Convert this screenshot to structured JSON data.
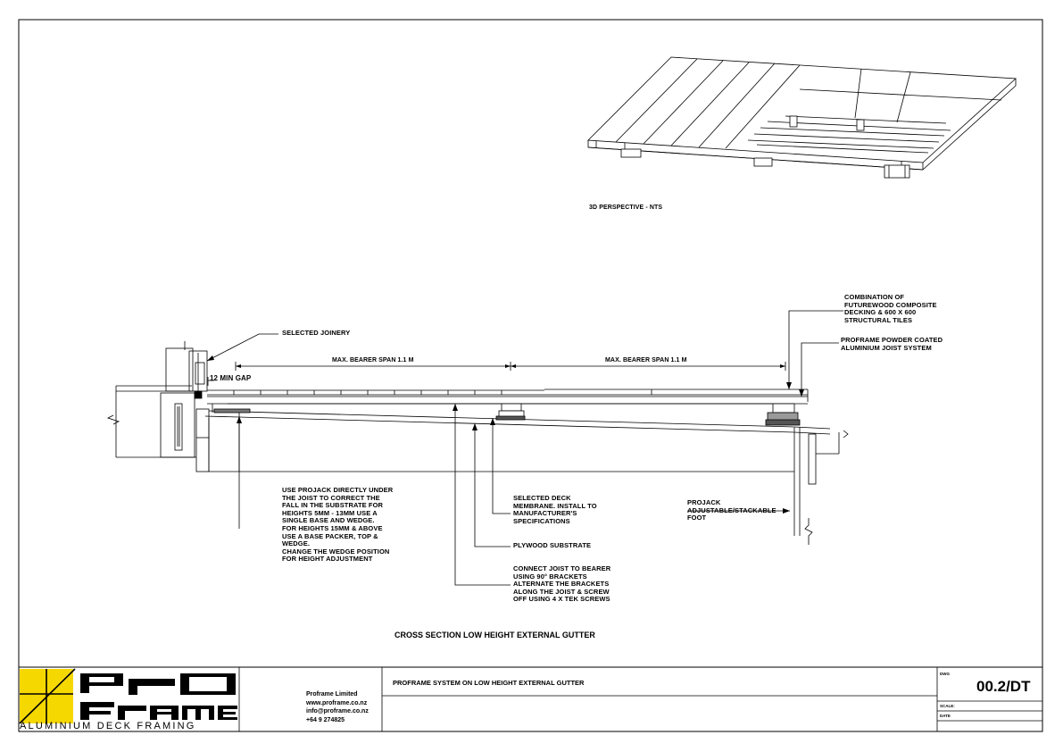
{
  "perspective": {
    "caption": "3D PERSPECTIVE - NTS"
  },
  "section": {
    "title": "CROSS SECTION LOW HEIGHT EXTERNAL GUTTER",
    "gap_label": "12 MIN GAP",
    "spans": [
      "MAX. BEARER SPAN 1.1 m",
      "MAX. BEARER SPAN 1.1 m"
    ],
    "callouts": {
      "joinery": [
        "SELECTED JOINERY"
      ],
      "decking": [
        "COMBINATION OF",
        "FUTUREWOOD COMPOSITE",
        "DECKING & 600 x 600",
        "STRUCTURAL TILES"
      ],
      "joist_system": [
        "PROFRAME POWDER COATED",
        "ALUMINIUM  JOIST SYSTEM"
      ],
      "projack_use": [
        "USE PROJACK DIRECTLY UNDER",
        "THE JOIST TO CORRECT THE",
        "FALL IN THE SUBSTRATE FOR",
        "HEIGHTS 5mm - 13mm USE A",
        "SINGLE BASE AND WEDGE.",
        "FOR HEIGHTS 15mm & ABOVE",
        "USE A BASE PACKER, TOP &",
        "WEDGE.",
        "CHANGE THE WEDGE POSITION",
        "FOR HEIGHT ADJUSTMENT"
      ],
      "membrane": [
        "SELECTED DECK",
        "MEMBRANE.  INSTALL TO",
        "MANUFACTURER'S",
        "SPECIFICATIONS"
      ],
      "plywood": [
        "PLYWOOD SUBSTRATE"
      ],
      "connect": [
        "CONNECT JOIST TO BEARER",
        "USING 90° BRACKETS",
        "ALTERNATE THE BRACKETS",
        "ALONG THE JOIST & SCREW",
        "OFF USING 4 x TEK SCREWS"
      ],
      "projack_foot": [
        "PROJACK",
        "ADJUSTABLE/STACKABLE",
        "FOOT"
      ]
    }
  },
  "title_block": {
    "logo_top": "PRO",
    "logo_bottom": "FRAME",
    "tagline": "ALUMINIUM DECK FRAMING",
    "company": "Proframe Limited",
    "website": "www.proframe.co.nz",
    "email": "info@proframe.co.nz",
    "phone": "+64 9 274825",
    "drawing_title": "PROFRAME SYSTEM ON LOW HEIGHT EXTERNAL GUTTER",
    "dwg_label": "DWG",
    "drawing_number": "00.2/DT",
    "scale_label": "SCALE:",
    "date_label": "DATE",
    "logo_color": "#f5d800"
  }
}
